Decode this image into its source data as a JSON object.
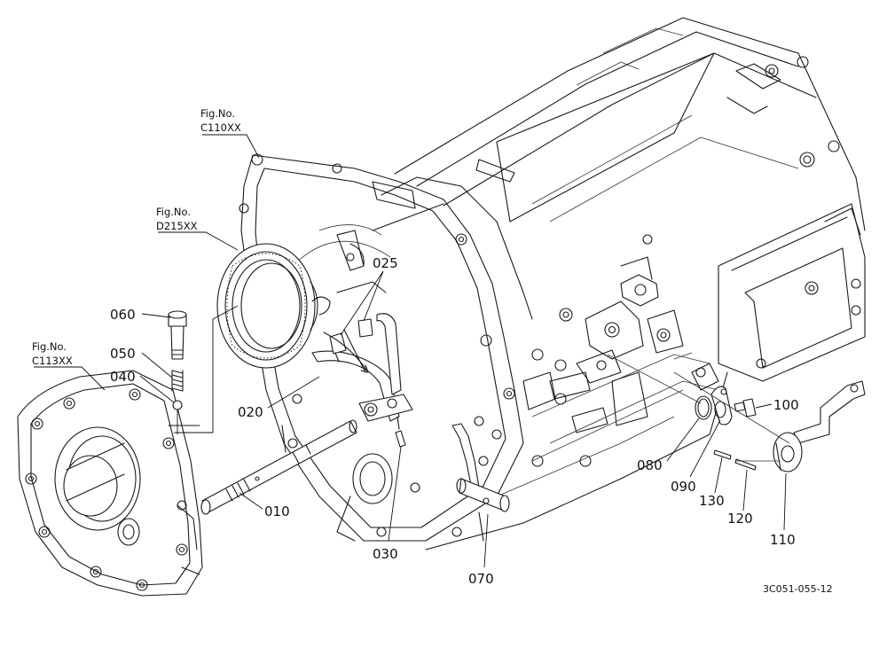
{
  "diagram": {
    "callouts": [
      {
        "id": "c010",
        "text": "010"
      },
      {
        "id": "c020",
        "text": "020"
      },
      {
        "id": "c025",
        "text": "025"
      },
      {
        "id": "c030",
        "text": "030"
      },
      {
        "id": "c040",
        "text": "040"
      },
      {
        "id": "c050",
        "text": "050"
      },
      {
        "id": "c060",
        "text": "060"
      },
      {
        "id": "c070",
        "text": "070"
      },
      {
        "id": "c080",
        "text": "080"
      },
      {
        "id": "c090",
        "text": "090"
      },
      {
        "id": "c100",
        "text": "100"
      },
      {
        "id": "c110",
        "text": "110"
      },
      {
        "id": "c120",
        "text": "120"
      },
      {
        "id": "c130",
        "text": "130"
      }
    ],
    "figure_refs": [
      {
        "id": "f110",
        "label": "Fig.No.",
        "code": "C110XX"
      },
      {
        "id": "f215",
        "label": "Fig.No.",
        "code": "D215XX"
      },
      {
        "id": "f113",
        "label": "Fig.No.",
        "code": "C113XX"
      }
    ],
    "document_id": "3C051-055-12"
  }
}
